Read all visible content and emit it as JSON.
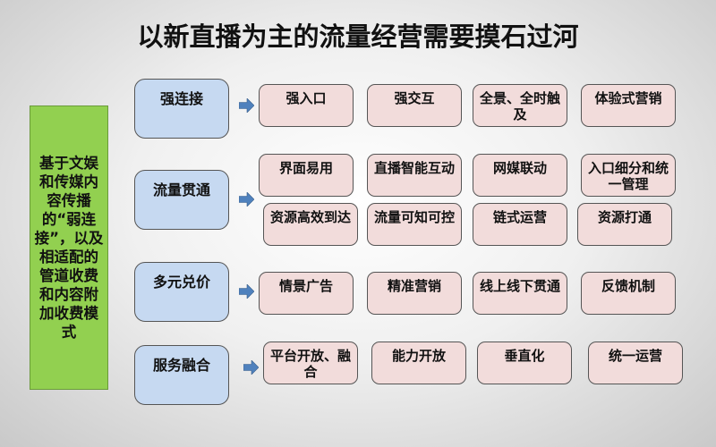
{
  "title": "以新直播为主的流量经营需要摸石过河",
  "left_box": "基于文娱和传媒内容传播的“弱连接”，以及相适配的管道收费和内容附加收费模式",
  "categories": [
    {
      "label": "强连接",
      "items": [
        "强入口",
        "强交互",
        "全景、全时触及",
        "体验式营销"
      ]
    },
    {
      "label": "流量贯通",
      "items": [
        "界面易用",
        "直播智能互动",
        "网媒联动",
        "入口细分和统一管理",
        "资源高效到达",
        "流量可知可控",
        "链式运营",
        "资源打通"
      ]
    },
    {
      "label": "多元兑价",
      "items": [
        "情景广告",
        "精准营销",
        "线上线下贯通",
        "反馈机制"
      ]
    },
    {
      "label": "服务融合",
      "items": [
        "平台开放、融合",
        "能力开放",
        "垂直化",
        "统一运营"
      ]
    }
  ],
  "colors": {
    "green": "#92d050",
    "blue": "#c6d9f1",
    "pink": "#f2dcdb",
    "arrow": "#4f81bd"
  }
}
